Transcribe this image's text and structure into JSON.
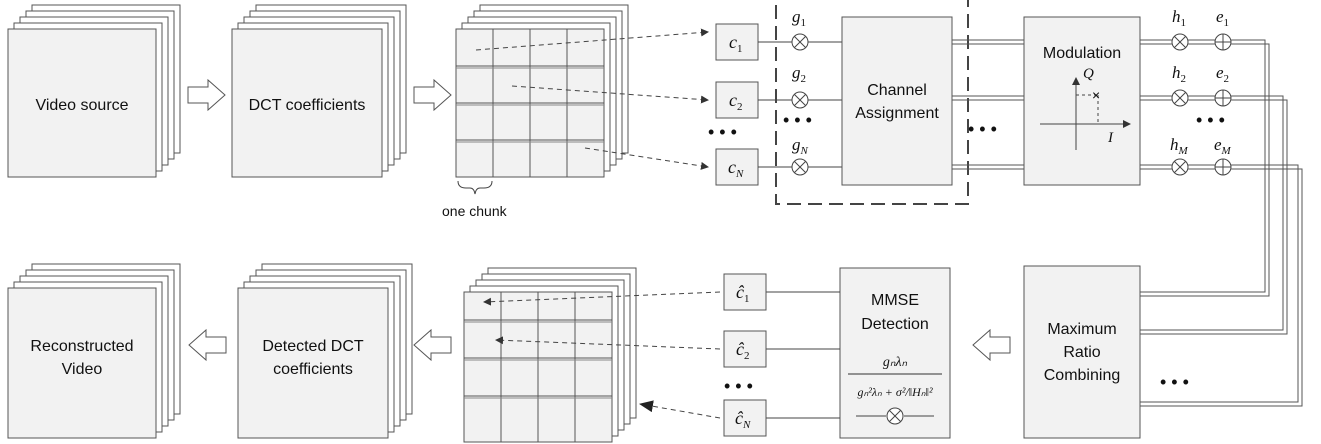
{
  "top_row": {
    "video_source": "Video source",
    "dct_coefficients": "DCT coefficients",
    "chunk_label": "one chunk",
    "chunks": [
      {
        "base": "c",
        "sub": "1"
      },
      {
        "base": "c",
        "sub": "2"
      },
      {
        "base": "c",
        "sub": "N"
      }
    ],
    "gains": [
      {
        "base": "g",
        "sub": "1"
      },
      {
        "base": "g",
        "sub": "2"
      },
      {
        "base": "g",
        "sub": "N"
      }
    ],
    "channel_assignment": [
      "Channel",
      "Assignment"
    ],
    "modulation": "Modulation",
    "axis_q": "Q",
    "axis_i": "I",
    "channels": [
      {
        "base": "h",
        "sub": "1"
      },
      {
        "base": "h",
        "sub": "2"
      },
      {
        "base": "h",
        "sub": "M"
      }
    ],
    "noises": [
      {
        "base": "e",
        "sub": "1"
      },
      {
        "base": "e",
        "sub": "2"
      },
      {
        "base": "e",
        "sub": "M"
      }
    ],
    "ellipsis": "• • •"
  },
  "bottom_row": {
    "reconstructed": [
      "Reconstructed",
      "Video"
    ],
    "detected": [
      "Detected DCT",
      "coefficients"
    ],
    "estimates": [
      {
        "base": "ĉ",
        "sub": "1"
      },
      {
        "base": "ĉ",
        "sub": "2"
      },
      {
        "base": "ĉ",
        "sub": "N"
      }
    ],
    "mmse": [
      "MMSE",
      "Detection"
    ],
    "formula_numerator": "gₙλₙ",
    "formula_denominator": "gₙ²λₙ + σ²/‖Hₙ‖²",
    "mrc": [
      "Maximum",
      "Ratio",
      "Combining"
    ],
    "ellipsis": "• • •"
  }
}
